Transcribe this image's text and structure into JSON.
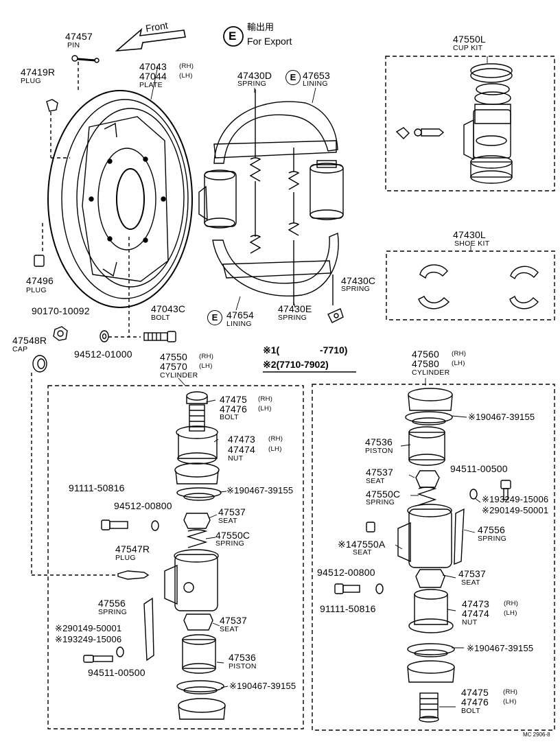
{
  "header": {
    "front_label": "Front",
    "export_mark": "E",
    "export_kanji": "輸出用",
    "export_text": "For Export"
  },
  "parts": {
    "p47457": {
      "num": "47457",
      "name": "PIN"
    },
    "p47419R": {
      "num": "47419R",
      "name": "PLUG"
    },
    "p47043": {
      "num": "47043",
      "sfx": "(RH)"
    },
    "p47044": {
      "num": "47044",
      "sfx": "(LH)",
      "name": "PLATE"
    },
    "p47430D": {
      "num": "47430D",
      "name": "SPRING"
    },
    "p47653": {
      "mark": "E",
      "num": "47653",
      "name": "LINING"
    },
    "p47496": {
      "num": "47496",
      "name": "PLUG"
    },
    "p90170": {
      "num": "90170-10092"
    },
    "p47043C": {
      "num": "47043C",
      "name": "BOLT"
    },
    "p47548R": {
      "num": "47548R",
      "name": "CAP"
    },
    "p94512_01000": {
      "num": "94512-01000"
    },
    "p47654": {
      "mark": "E",
      "num": "47654",
      "name": "LINING"
    },
    "p47430E": {
      "num": "47430E",
      "name": "SPRING"
    },
    "p47430C": {
      "num": "47430C",
      "name": "SPRING"
    },
    "p47550L": {
      "num": "47550L",
      "name": "CUP KIT"
    },
    "p47430L": {
      "num": "47430L",
      "name": "SHOE KIT"
    }
  },
  "notes": {
    "n1_mark": "※1(",
    "n1_range": "-7710)",
    "n2": "※2(7710-7902)"
  },
  "left_cyl": {
    "head_a": {
      "num": "47550",
      "sfx": "(RH)"
    },
    "head_b": {
      "num": "47570",
      "sfx": "(LH)",
      "name": "CYLINDER"
    },
    "bolt_a": {
      "num": "47475",
      "sfx": "(RH)"
    },
    "bolt_b": {
      "num": "47476",
      "sfx": "(LH)",
      "name": "BOLT"
    },
    "nut_a": {
      "num": "47473",
      "sfx": "(RH)"
    },
    "nut_b": {
      "num": "47474",
      "sfx": "(LH)",
      "name": "NUT"
    },
    "ring1": "※190467-39155",
    "b91111": "91111-50816",
    "w94512": "94512-00800",
    "seat1": {
      "num": "47537",
      "name": "SEAT"
    },
    "spring": {
      "num": "47550C",
      "name": "SPRING"
    },
    "plug": {
      "num": "47547R",
      "name": "PLUG"
    },
    "spr56": {
      "num": "47556",
      "name": "SPRING"
    },
    "seat2": {
      "num": "47537",
      "name": "SEAT"
    },
    "n2_part": "※290149-50001",
    "n1_part": "※193249-15006",
    "piston": {
      "num": "47536",
      "name": "PISTON"
    },
    "w94511": "94511-00500",
    "ring2": "※190467-39155"
  },
  "right_cyl": {
    "head_a": {
      "num": "47560",
      "sfx": "(RH)"
    },
    "head_b": {
      "num": "47580",
      "sfx": "(LH)",
      "name": "CYLINDER"
    },
    "ring1": "※190467-39155",
    "piston": {
      "num": "47536",
      "name": "PISTON"
    },
    "seat1": {
      "num": "47537",
      "name": "SEAT"
    },
    "w94511": "94511-00500",
    "spring": {
      "num": "47550C",
      "name": "SPRING"
    },
    "n1_part": "※193249-15006",
    "n2_part": "※290149-50001",
    "seatA": {
      "num": "※147550A",
      "name": "SEAT"
    },
    "spr56": {
      "num": "47556",
      "name": "SPRING"
    },
    "w94512": "94512-00800",
    "seat2": {
      "num": "47537",
      "name": "SEAT"
    },
    "b91111": "91111-50816",
    "nut_a": {
      "num": "47473",
      "sfx": "(RH)"
    },
    "nut_b": {
      "num": "47474",
      "sfx": "(LH)",
      "name": "NUT"
    },
    "ring2": "※190467-39155",
    "bolt_a": {
      "num": "47475",
      "sfx": "(RH)"
    },
    "bolt_b": {
      "num": "47476",
      "sfx": "(LH)",
      "name": "BOLT"
    }
  },
  "footer": {
    "code": "MC 2906-8"
  }
}
